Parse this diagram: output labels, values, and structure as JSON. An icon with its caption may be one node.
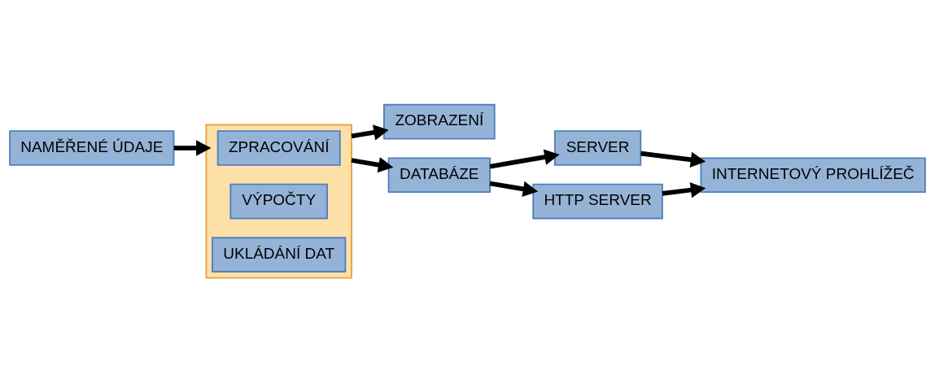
{
  "diagram": {
    "nodes": [
      {
        "text": [
          "NAMĚŘENÉ ÚDAJE"
        ]
      },
      {
        "text": [],
        "shape": "box"
      },
      {
        "text": [
          "ZPRACOVÁNÍ"
        ],
        "in": 1
      },
      {
        "text": [
          "VÝPOČTY"
        ],
        "in": 1
      },
      {
        "text": [
          "UKLÁDÁNÍ DAT"
        ],
        "in": 1
      },
      {
        "text": [
          "ZOBRAZENÍ"
        ]
      },
      {
        "text": [
          "DATABÁZE"
        ]
      },
      {
        "text": [
          "SERVER"
        ]
      },
      {
        "text": [
          "HTTP SERVER"
        ]
      },
      {
        "text": [
          "INTERNETOVÝ PROHLÍŽEČ"
        ]
      }
    ],
    "edges": [
      {
        "from": 0,
        "to": 1,
        "arrow": "to"
      },
      {
        "from": 1,
        "to": 5,
        "arrow": "to"
      },
      {
        "from": 1,
        "to": 6,
        "arrow": "to"
      },
      {
        "from": 6,
        "to": 7,
        "arrow": "to"
      },
      {
        "from": 6,
        "to": 8,
        "arrow": "to"
      },
      {
        "from": 7,
        "to": 9,
        "arrow": "to"
      },
      {
        "from": 8,
        "to": 9,
        "arrow": "to"
      }
    ]
  }
}
